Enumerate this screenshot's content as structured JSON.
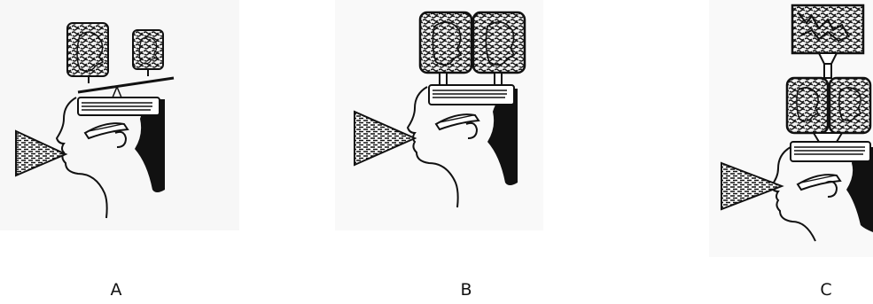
{
  "figure": {
    "panels": [
      {
        "id": "A",
        "label": "A"
      },
      {
        "id": "B",
        "label": "B"
      },
      {
        "id": "C",
        "label": "C"
      }
    ]
  },
  "colors": {
    "ink": "#111111",
    "paper": "#ffffff"
  }
}
